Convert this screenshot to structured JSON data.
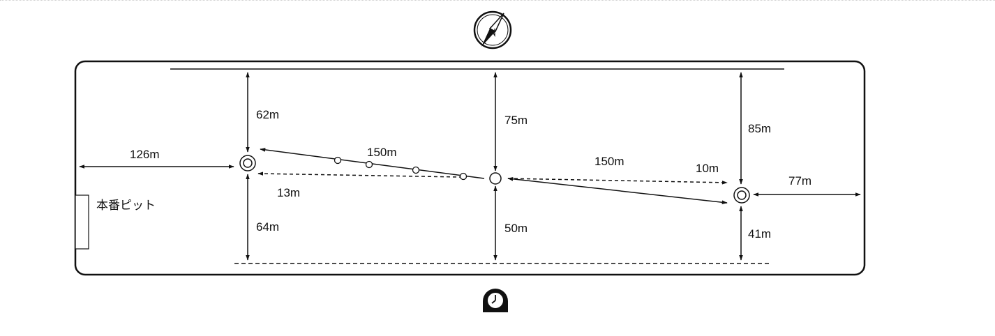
{
  "icons": {
    "compass": "compass-icon",
    "clock": "clock-icon"
  },
  "labels": {
    "pit": "本番ピット",
    "pit_to_turn1": "126m",
    "turn1_to_top": "62m",
    "turn1_to_bottom": "64m",
    "turn1_offset": "13m",
    "leg1_length": "150m",
    "center_to_top": "75m",
    "center_to_bottom": "50m",
    "leg2_length": "150m",
    "turn2_offset": "10m",
    "turn2_to_top": "85m",
    "turn2_to_bottom": "41m",
    "turn2_to_right": "77m"
  },
  "colors": {
    "line": "#111111",
    "background": "#ffffff"
  }
}
